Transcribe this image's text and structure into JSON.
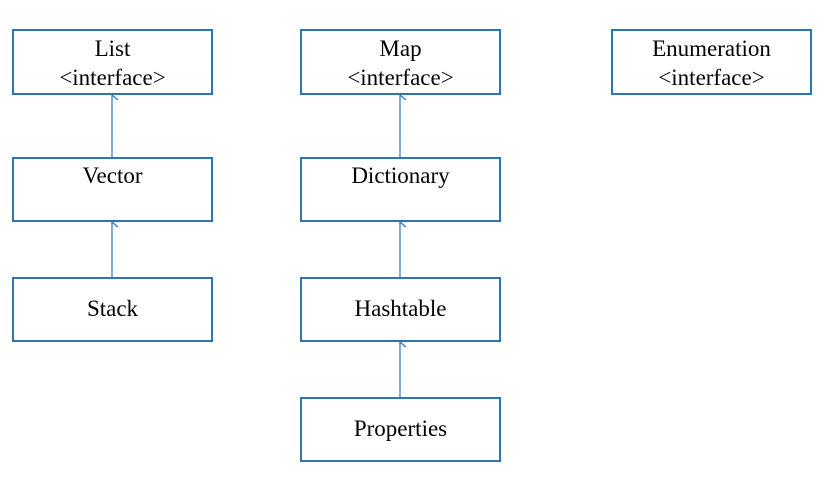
{
  "nodes": {
    "list": {
      "name": "List",
      "stereotype": "<interface>"
    },
    "map": {
      "name": "Map",
      "stereotype": "<interface>"
    },
    "enumeration": {
      "name": "Enumeration",
      "stereotype": "<interface>"
    },
    "vector": {
      "name": "Vector"
    },
    "dictionary": {
      "name": "Dictionary"
    },
    "stack": {
      "name": "Stack"
    },
    "hashtable": {
      "name": "Hashtable"
    },
    "properties": {
      "name": "Properties"
    }
  },
  "edges": [
    {
      "from": "vector",
      "to": "list"
    },
    {
      "from": "stack",
      "to": "vector"
    },
    {
      "from": "dictionary",
      "to": "map"
    },
    {
      "from": "hashtable",
      "to": "dictionary"
    },
    {
      "from": "properties",
      "to": "hashtable"
    }
  ],
  "colors": {
    "border": "#2e75b6",
    "arrow": "#2e75b6"
  }
}
